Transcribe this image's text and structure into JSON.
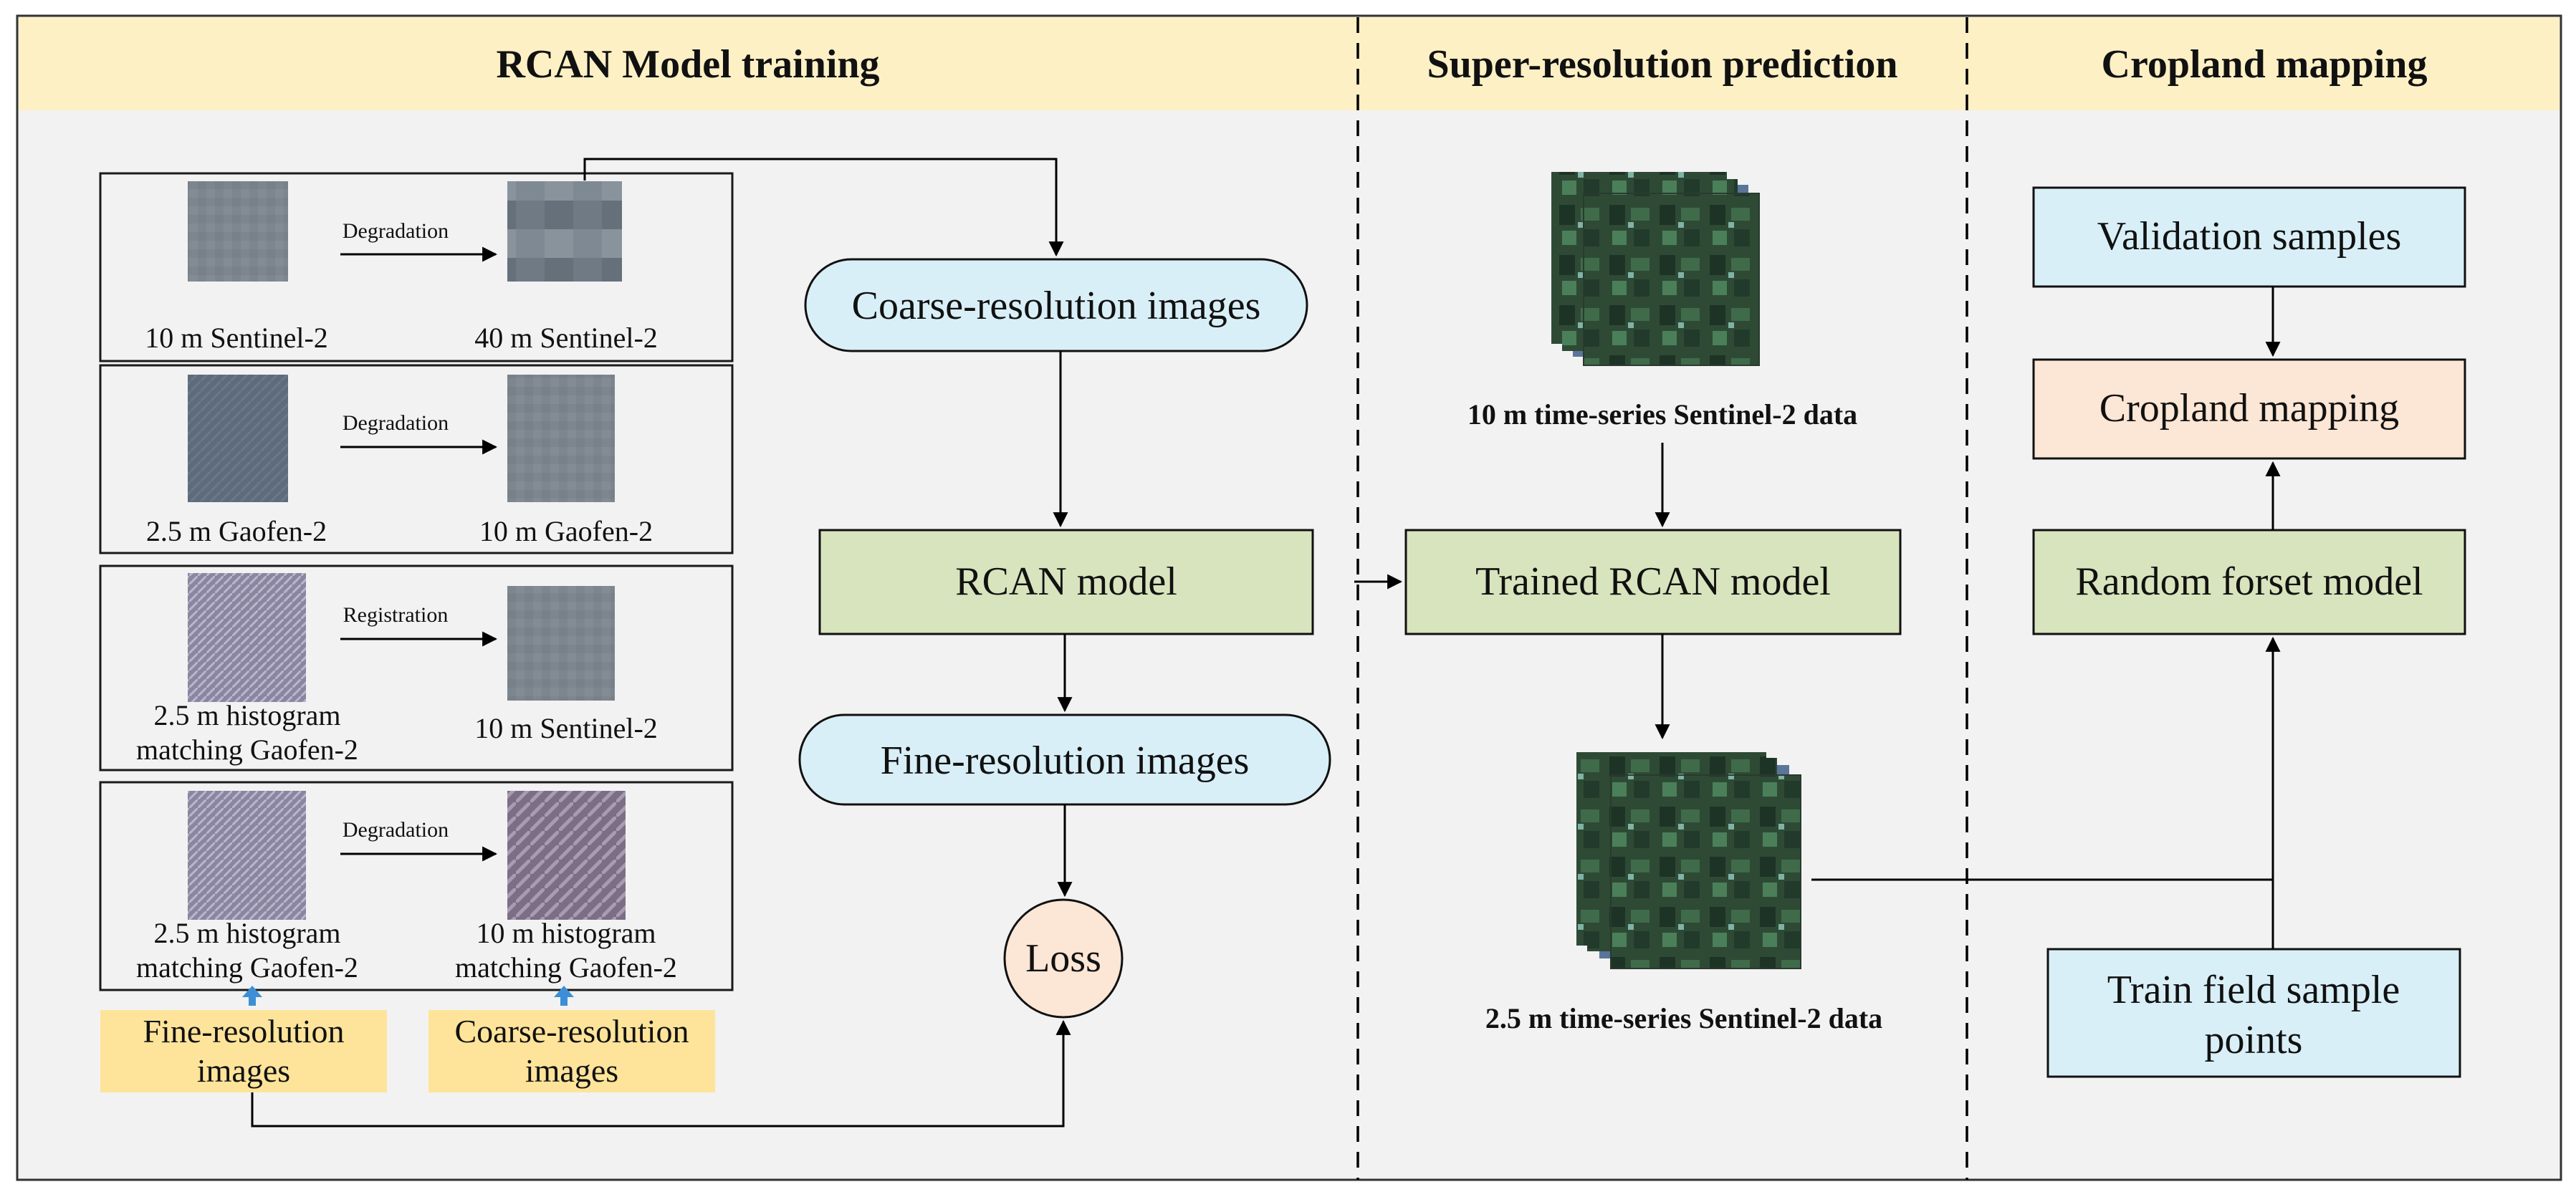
{
  "sections": {
    "training": "RCAN Model training",
    "prediction": "Super-resolution prediction",
    "mapping": "Cropland mapping"
  },
  "training": {
    "pairs": [
      {
        "process": "Degradation",
        "left_label": [
          "10 m Sentinel-2"
        ],
        "right_label": [
          "40 m Sentinel-2"
        ]
      },
      {
        "process": "Degradation",
        "left_label": [
          "2.5 m Gaofen-2"
        ],
        "right_label": [
          "10 m Gaofen-2"
        ]
      },
      {
        "process": "Registration",
        "left_label": [
          "2.5 m histogram",
          "matching Gaofen-2"
        ],
        "right_label": [
          "10 m Sentinel-2"
        ]
      },
      {
        "process": "Degradation",
        "left_label": [
          "2.5 m histogram",
          "matching Gaofen-2"
        ],
        "right_label": [
          "10 m histogram",
          "matching Gaofen-2"
        ]
      }
    ],
    "fine_tag": [
      "Fine-resolution",
      "images"
    ],
    "coarse_tag": [
      "Coarse-resolution",
      "images"
    ],
    "coarse_images": "Coarse-resolution images",
    "rcan_model": "RCAN model",
    "fine_images": "Fine-resolution images",
    "loss": "Loss"
  },
  "prediction": {
    "input_label": "10 m time-series Sentinel-2 data",
    "trained_model": "Trained RCAN model",
    "output_label": "2.5 m time-series Sentinel-2 data"
  },
  "mapping": {
    "validation": "Validation samples",
    "cropland": "Cropland mapping",
    "rf_model": "Random forset model",
    "train_points": [
      "Train field sample",
      "points"
    ]
  },
  "colors": {
    "header_bg": "#fdf0c5",
    "panel_bg": "#f2f2f2",
    "blue_fill": "#d9eff7",
    "green_fill": "#d8e4bd",
    "peach_fill": "#fce6d5",
    "tag_fill": "#fde49a",
    "small_arrow": "#3c8fd6"
  }
}
